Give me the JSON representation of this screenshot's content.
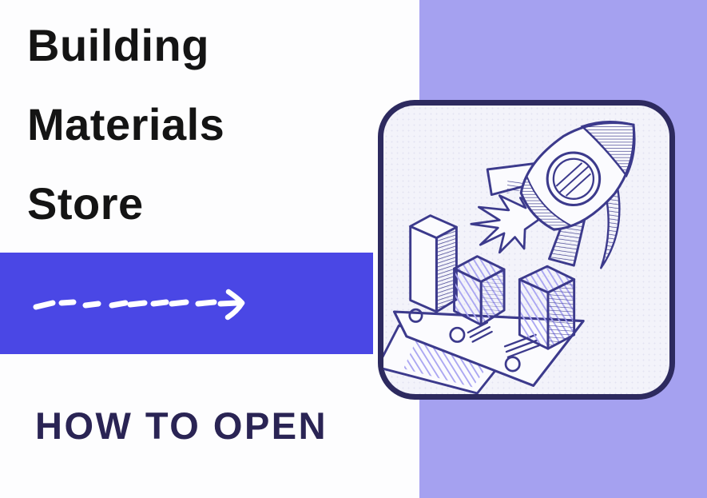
{
  "page": {
    "background": "#fdfdfe"
  },
  "title": {
    "line1": "Building",
    "line2": "Materials",
    "line3": "Store",
    "color": "#141414"
  },
  "band": {
    "color": "#4a47e5",
    "arrow_icon": "dashed-arrow-right-icon",
    "arrow_color": "#ffffff"
  },
  "subtitle": {
    "text": "HOW TO OPEN",
    "color": "#2a2454"
  },
  "stripe": {
    "color": "#a5a1f0"
  },
  "card": {
    "background": "#f3f3fa",
    "border_color": "#2d2a5f",
    "illustration": {
      "name": "rocket-launching-over-3d-bar-chart",
      "ink_color": "#3c3a8c",
      "accent_hatch_color": "#a9a5f2",
      "elements": [
        "rocket",
        "porthole-window",
        "exhaust-flame",
        "tall-bar",
        "medium-bar",
        "small-bar",
        "paper-sheets"
      ]
    }
  }
}
